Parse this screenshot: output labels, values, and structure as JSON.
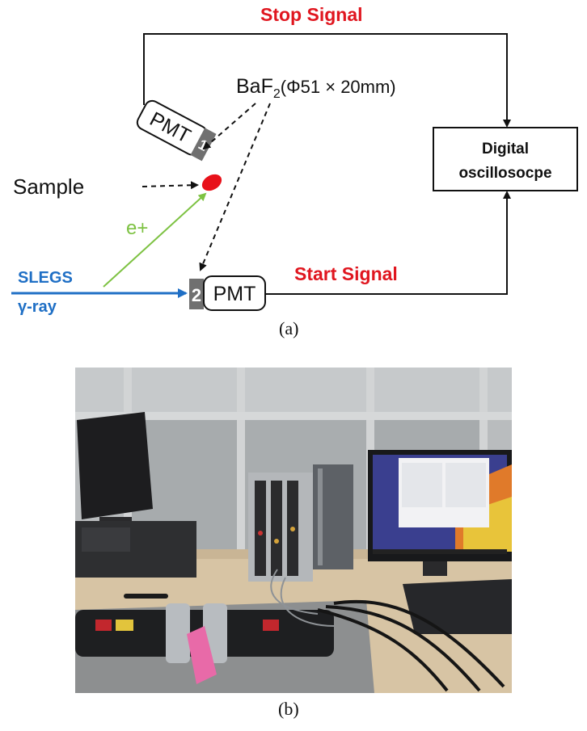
{
  "diagram": {
    "stop_signal": "Stop Signal",
    "start_signal": "Start Signal",
    "crystal_label_main": "BaF",
    "crystal_label_sub": "2",
    "crystal_label_rest": "(Φ51 × 20mm)",
    "oscilloscope_line1": "Digital",
    "oscilloscope_line2": "oscillosocpe",
    "pmt1_label": "PMT",
    "pmt1_number": "1",
    "pmt2_label": "PMT",
    "pmt2_number": "2",
    "sample_label": "Sample",
    "positron_label": "e+",
    "beam_line1": "SLEGS",
    "beam_line2": "γ-ray",
    "colors": {
      "signal_red": "#e0161f",
      "beam_blue": "#1f6fc5",
      "positron_green": "#7dc242",
      "sample_red": "#e8111a",
      "pmt_window_grey": "#707070"
    }
  },
  "captions": {
    "a": "(a)",
    "b": "(b)"
  }
}
